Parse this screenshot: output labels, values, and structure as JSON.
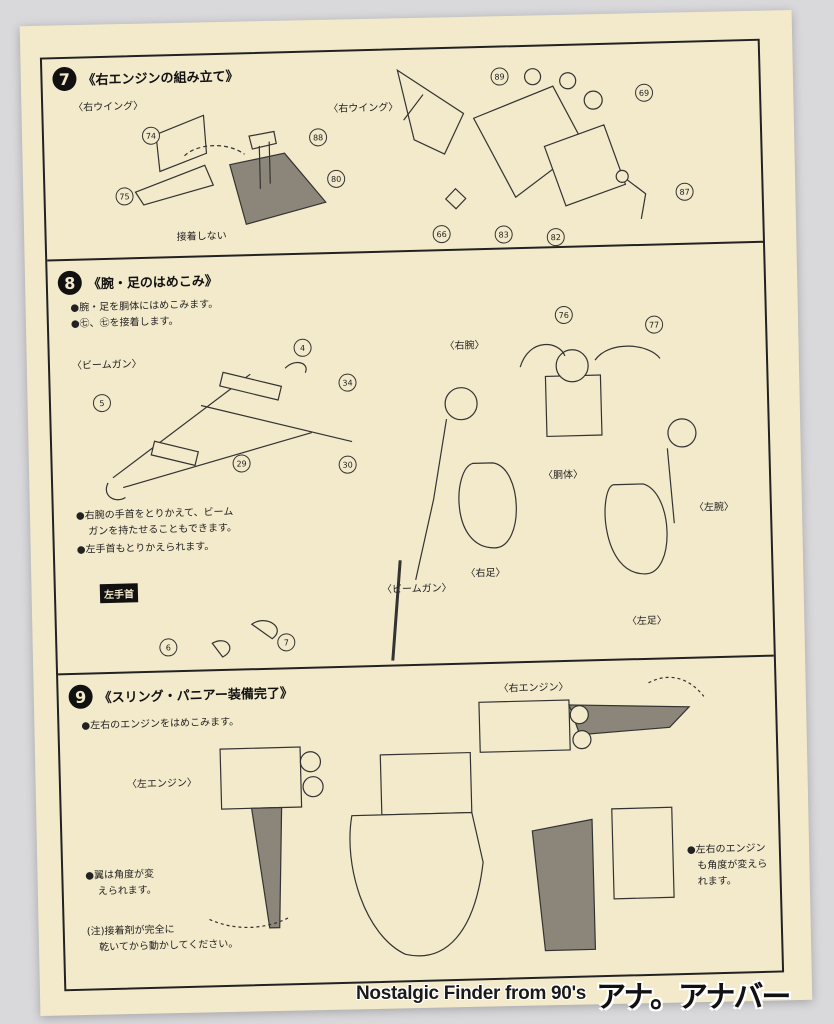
{
  "section7": {
    "number": "7",
    "title": "《右エンジンの組み立て》",
    "left_group_label": "〈右ウイング〉",
    "right_group_label": "〈右ウイング〉",
    "no_glue": "接着しない",
    "parts": [
      "74",
      "75",
      "88",
      "80",
      "89",
      "69",
      "66",
      "83",
      "82",
      "87"
    ]
  },
  "section8": {
    "number": "8",
    "title": "《腕・足のはめこみ》",
    "notes": [
      "●腕・足を胴体にはめこみます。",
      "●㊆、㊆を接着します。"
    ],
    "beam_gun_label": "〈ビームガン〉",
    "hand_notes": [
      "●右腕の手首をとりかえて、ビーム",
      "ガンを持たせることもできます。",
      "●左手首もとりかえられます。"
    ],
    "left_hand_tag": "左手首",
    "labels": {
      "right_arm": "〈右腕〉",
      "body": "〈胴体〉",
      "left_arm": "〈左腕〉",
      "right_leg": "〈右足〉",
      "left_leg": "〈左足〉",
      "beam_gun_bottom": "〈ビームガン〉"
    },
    "parts": [
      "4",
      "5",
      "34",
      "29",
      "30",
      "76",
      "77",
      "6",
      "7"
    ]
  },
  "section9": {
    "number": "9",
    "title": "《スリング・パニアー装備完了》",
    "note": "●左右のエンジンをはめこみます。",
    "left_engine": "〈左エンジン〉",
    "right_engine": "〈右エンジン〉",
    "wing_note": [
      "●翼は角度が変",
      "えられます。"
    ],
    "engine_note": [
      "●左右のエンジン",
      "も角度が変えら",
      "れます。"
    ],
    "caution": [
      "(注)接着剤が完全に",
      "乾いてから動かしてください。"
    ]
  },
  "banner": {
    "text_en": "Nostalgic Finder from 90's",
    "text_jp": "アナ。アナバー"
  }
}
